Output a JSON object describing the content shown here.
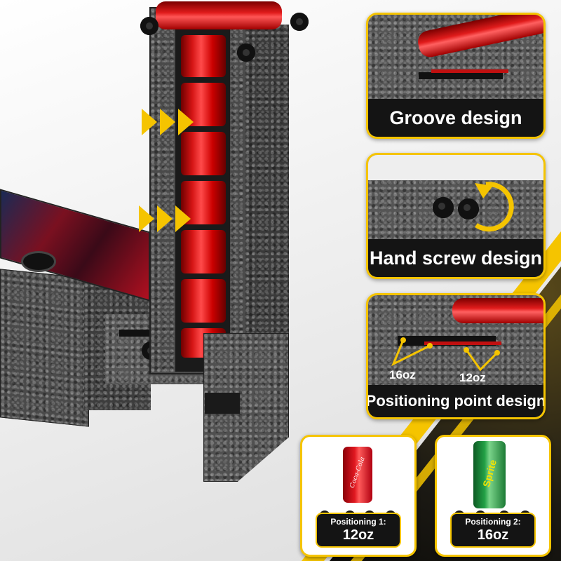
{
  "panels": {
    "groove": {
      "caption": "Groove design"
    },
    "hand_screw": {
      "caption": "Hand screw design"
    },
    "positioning": {
      "caption": "Positioning point design",
      "label_16": "16oz",
      "label_12": "12oz"
    }
  },
  "positions": [
    {
      "title": "Positioning 1:",
      "size": "12oz",
      "can_brand": "Coca-Cola",
      "can_color": "#d2121a"
    },
    {
      "title": "Positioning 2:",
      "size": "16oz",
      "can_brand": "Sprite",
      "can_color": "#1e8f3a"
    }
  ],
  "colors": {
    "accent": "#f5c400",
    "caption_bg": "#141414",
    "metal": "#4a4a4a",
    "can_red": "#d41414"
  }
}
